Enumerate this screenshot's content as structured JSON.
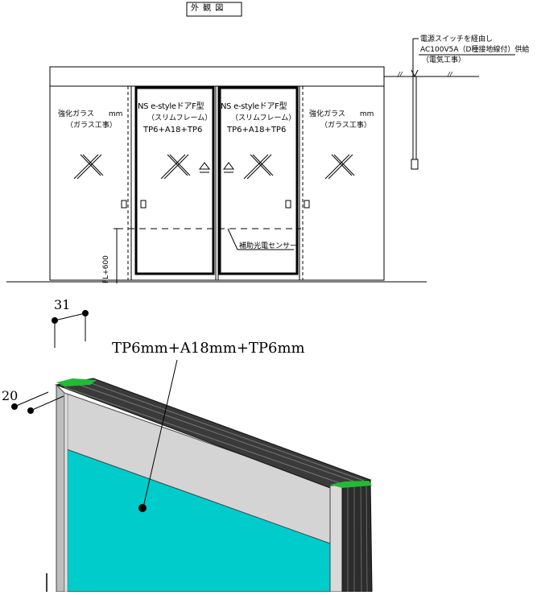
{
  "header": {
    "title": "外 観 図"
  },
  "power": {
    "line1": "電源スイッチを経由し",
    "line2": "AC100V5A（D種接地線付）供給",
    "line3": "（電気工事）",
    "break_mark_left": "//",
    "break_mark_right": "//"
  },
  "elevation": {
    "fixed_left": {
      "line1": "強化ガラス　　mm",
      "line2": "（ガラス工事）"
    },
    "fixed_right": {
      "line1": "強化ガラス　　mm",
      "line2": "（ガラス工事）"
    },
    "door_left": {
      "line1": "NS e-styleドアF型",
      "line2": "（スリムフレーム）",
      "line3": "TP6+A18+TP6"
    },
    "door_right": {
      "line1": "NS e-styleドアF型",
      "line2": "（スリムフレーム）",
      "line3": "TP6+A18+TP6"
    },
    "sensor_label": "補助光電センサー",
    "height_label": "FL+600"
  },
  "detail": {
    "dim_top": "31",
    "dim_side": "20",
    "glass_spec": "TP6mm+A18mm+TP6mm"
  },
  "colors": {
    "glass": "#00CCCC",
    "frame": "#D4D4D4",
    "frame_dark": "#3a3a3a",
    "accent_green": "#22BB33"
  }
}
